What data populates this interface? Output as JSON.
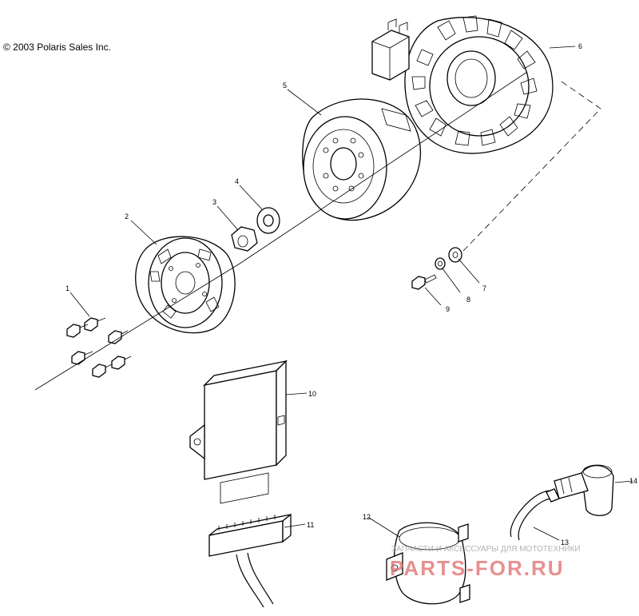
{
  "copyright": "© 2003 Polaris Sales Inc.",
  "callouts": {
    "c1": "1",
    "c2": "2",
    "c3": "3",
    "c4": "4",
    "c5": "5",
    "c6": "6",
    "c7": "7",
    "c8": "8",
    "c9": "9",
    "c10": "10",
    "c11": "11",
    "c12": "12",
    "c13": "13",
    "c14": "14"
  },
  "watermark": {
    "tagline": "ЗАПЧАСТИ И АКСЕССУАРЫ ДЛЯ МОТОТЕХНИКИ",
    "site": "PARTS-FOR.RU"
  },
  "colors": {
    "line": "#000000",
    "watermark_text": "#9a9a9a",
    "watermark_logo": "#e06a6a"
  }
}
